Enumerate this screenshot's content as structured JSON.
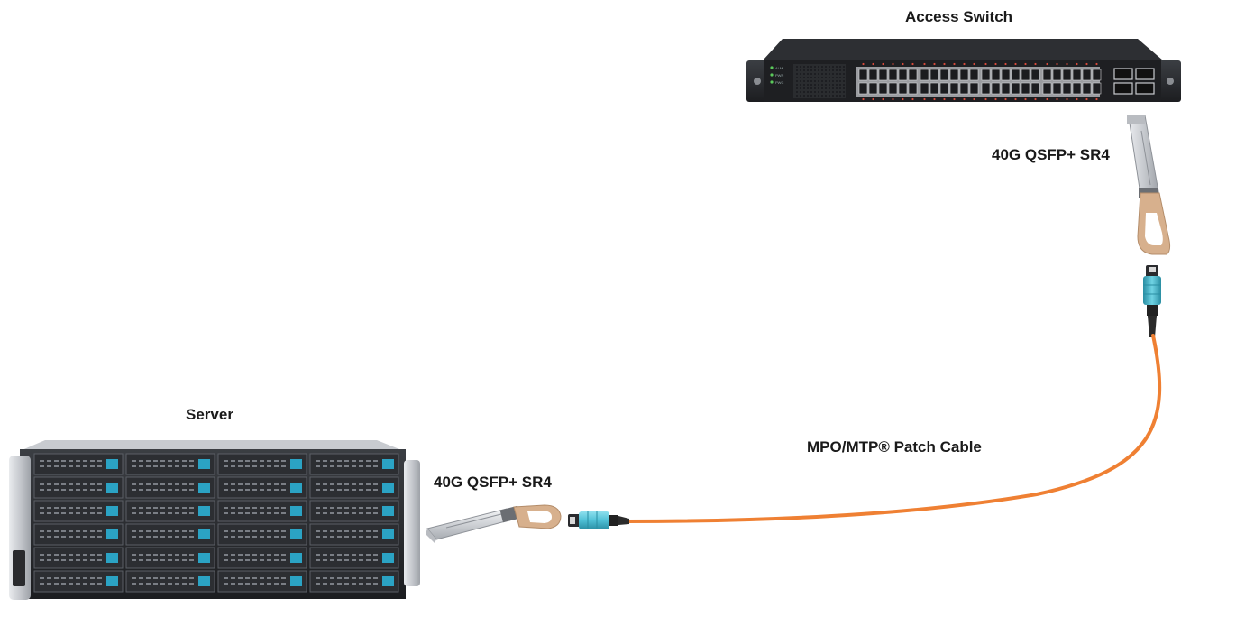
{
  "labels": {
    "access_switch": "Access Switch",
    "transceiver_top": "40G QSFP+ SR4",
    "server": "Server",
    "transceiver_bottom": "40G QSFP+ SR4",
    "patch_cable": "MPO/MTP® Patch Cable"
  },
  "switch_leds": [
    "ALM",
    "PWR",
    "PWC"
  ],
  "colors": {
    "cable": "#ef8033",
    "mpo_connector": "#4fc0d6",
    "pull_tab": "#d7b08d",
    "device_body": "#2a2c30",
    "bay_accent": "#2ba3c4"
  }
}
